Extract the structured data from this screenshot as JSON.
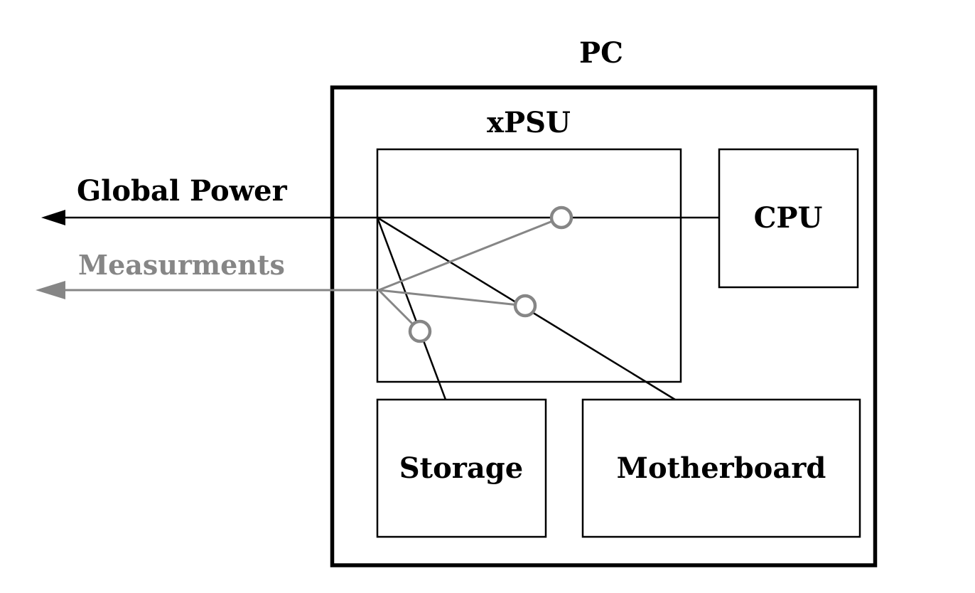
{
  "diagram": {
    "title": "PC",
    "colors": {
      "ink": "#000000",
      "measurement": "#868686",
      "sensor_fill": "#ffffff",
      "background": "#ffffff"
    },
    "boxes": {
      "pc": {
        "label": "PC"
      },
      "psu": {
        "label": "xPSU"
      },
      "cpu": {
        "label": "CPU"
      },
      "storage": {
        "label": "Storage"
      },
      "motherboard": {
        "label": "Motherboard"
      }
    },
    "arrows": {
      "global_power": {
        "label": "Global Power",
        "direction": "left"
      },
      "measurements": {
        "label": "Measurments",
        "direction": "left"
      }
    },
    "measurement_points": [
      {
        "name": "cpu-line-sensor"
      },
      {
        "name": "motherboard-line-sensor"
      },
      {
        "name": "storage-line-sensor"
      }
    ]
  }
}
